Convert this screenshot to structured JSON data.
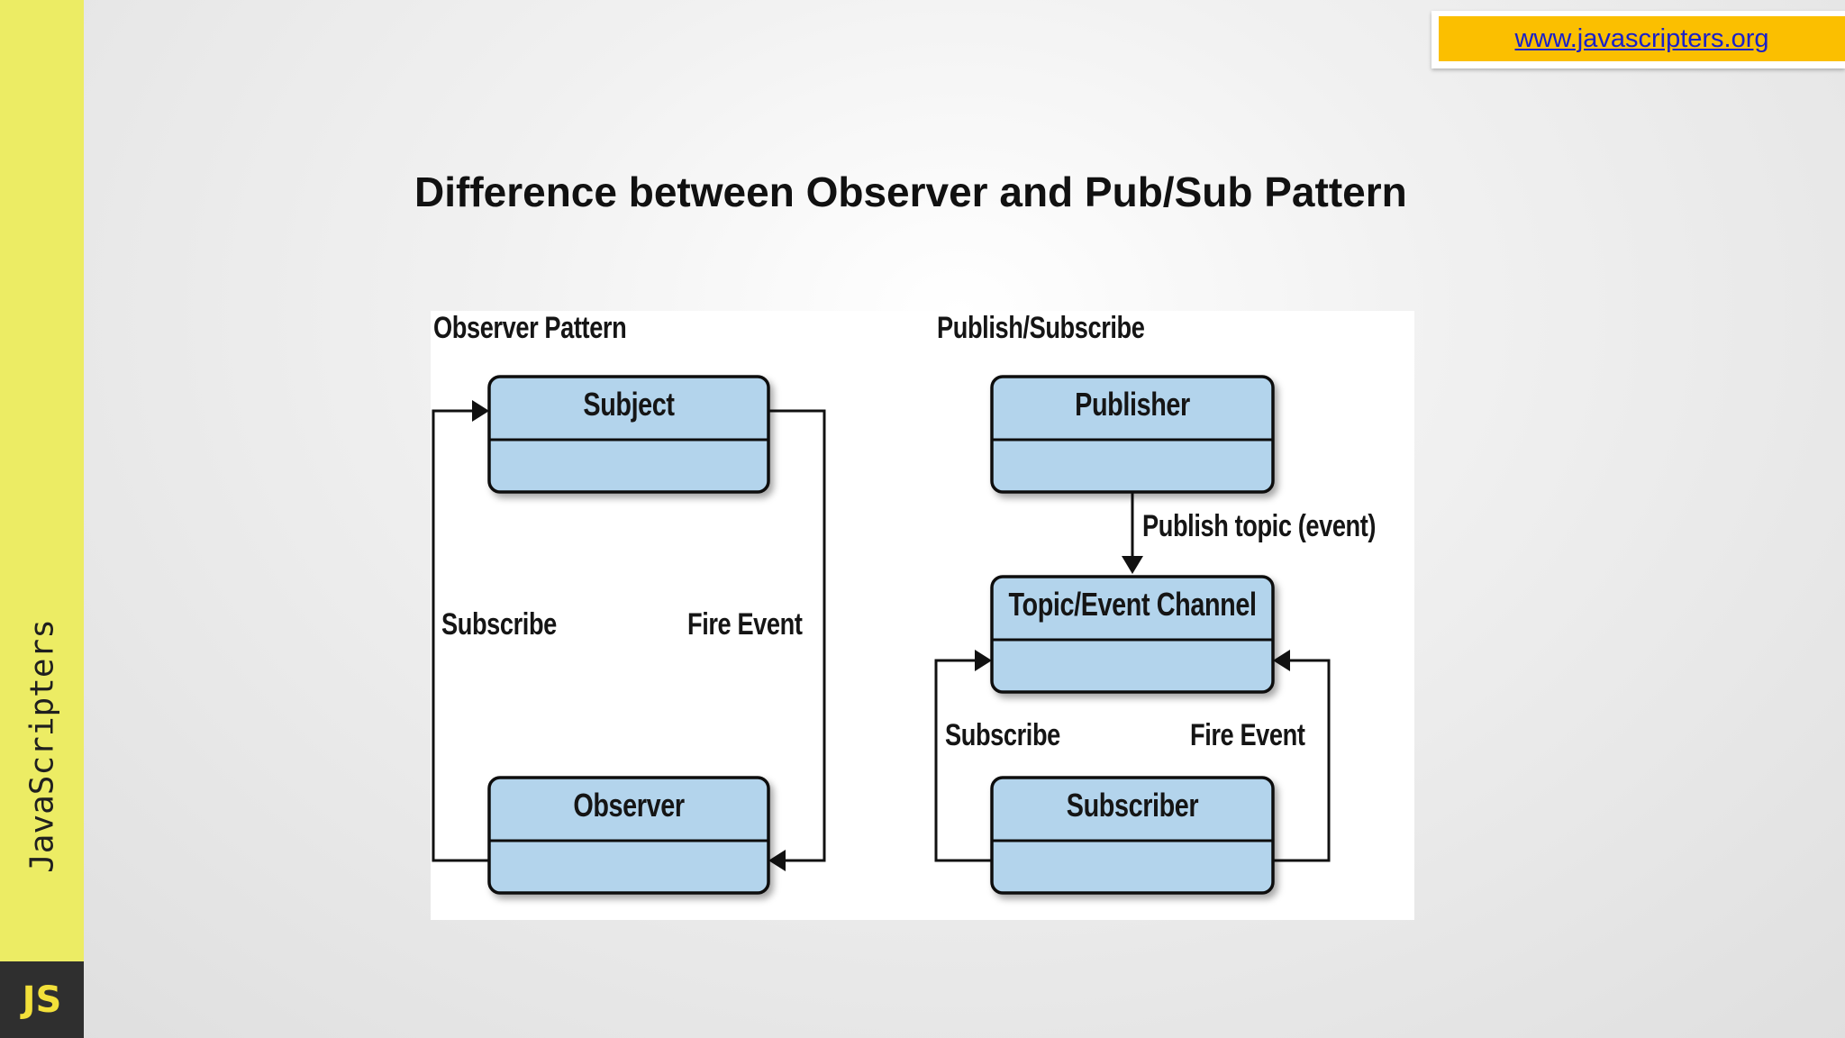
{
  "sidebar": {
    "brand_text": "JavaScripters",
    "logo_text": "JS",
    "color": "#ecec64"
  },
  "header": {
    "url_text": "www.javascripters.org",
    "url_box_color": "#fbbf00"
  },
  "slide": {
    "title": "Difference between Observer and Pub/Sub Pattern"
  },
  "diagram": {
    "observer_pattern": {
      "heading": "Observer Pattern",
      "subject_box": "Subject",
      "observer_box": "Observer",
      "subscribe_label": "Subscribe",
      "fire_event_label": "Fire Event"
    },
    "pubsub_pattern": {
      "heading": "Publish/Subscribe",
      "publisher_box": "Publisher",
      "publish_label": "Publish topic (event)",
      "channel_box": "Topic/Event Channel",
      "subscriber_box": "Subscriber",
      "subscribe_label": "Subscribe",
      "fire_event_label": "Fire Event"
    },
    "box_color": "#b3d4ec"
  }
}
